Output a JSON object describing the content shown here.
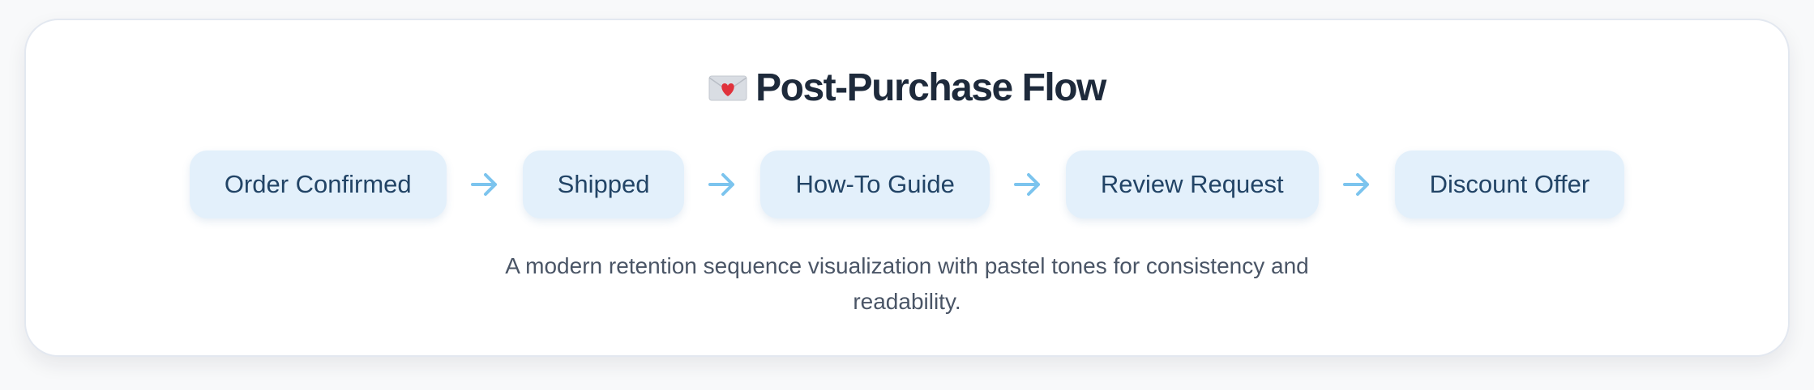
{
  "title": {
    "icon": "love-letter-icon",
    "text": "Post-Purchase Flow"
  },
  "steps": [
    {
      "label": "Order Confirmed"
    },
    {
      "label": "Shipped"
    },
    {
      "label": "How-To Guide"
    },
    {
      "label": "Review Request"
    },
    {
      "label": "Discount Offer"
    }
  ],
  "arrow_icon": "arrow-right-icon",
  "caption": {
    "line1": "A modern retention sequence visualization with pastel tones for consistency and",
    "line2": "readability."
  },
  "colors": {
    "step_background": "#e3f0fb",
    "step_text": "#224466",
    "arrow": "#7cc4ee",
    "title_text": "#1e2a3b",
    "caption_text": "#4a5566"
  }
}
